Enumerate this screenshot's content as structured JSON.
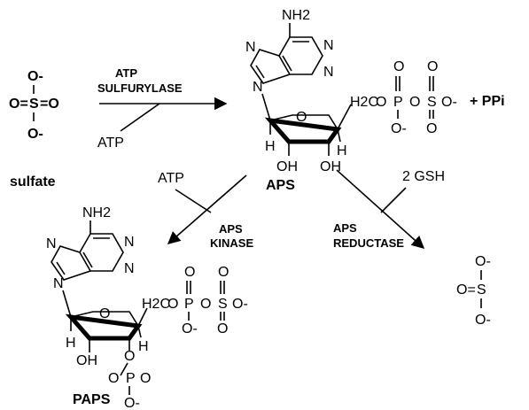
{
  "sulfate": {
    "o_top": "O-",
    "o_left": "O=",
    "s": "S",
    "o_right": "=O",
    "o_bottom": "O-",
    "name": "sulfate"
  },
  "reaction1": {
    "enzyme_line1": "ATP",
    "enzyme_line2": "SULFURYLASE",
    "cosubstrate": "ATP",
    "byproduct": "+ PPi"
  },
  "aps": {
    "nh2": "NH2",
    "n": "N",
    "o_ring": "O",
    "h": "H",
    "oh": "OH",
    "h2c": "H2C",
    "o": "O",
    "p": "P",
    "s": "S",
    "o_minus": "O-",
    "name": "APS"
  },
  "reaction2": {
    "cosubstrate": "ATP",
    "enzyme_line1": "APS",
    "enzyme_line2": "KINASE"
  },
  "reaction3": {
    "cosubstrate": "2 GSH",
    "enzyme_line1": "APS",
    "enzyme_line2": "REDUCTASE"
  },
  "paps": {
    "nh2": "NH2",
    "n": "N",
    "o_ring": "O",
    "h": "H",
    "oh": "OH",
    "h2c": "H2C",
    "o": "O",
    "p": "P",
    "s": "S",
    "o_minus": "O-",
    "phosphate_o": "O",
    "phosphate_p": "P",
    "name": "PAPS"
  },
  "sulfite": {
    "o_top": "O-",
    "o_left": "O=",
    "s": "S",
    "o_bottom": "O-"
  }
}
